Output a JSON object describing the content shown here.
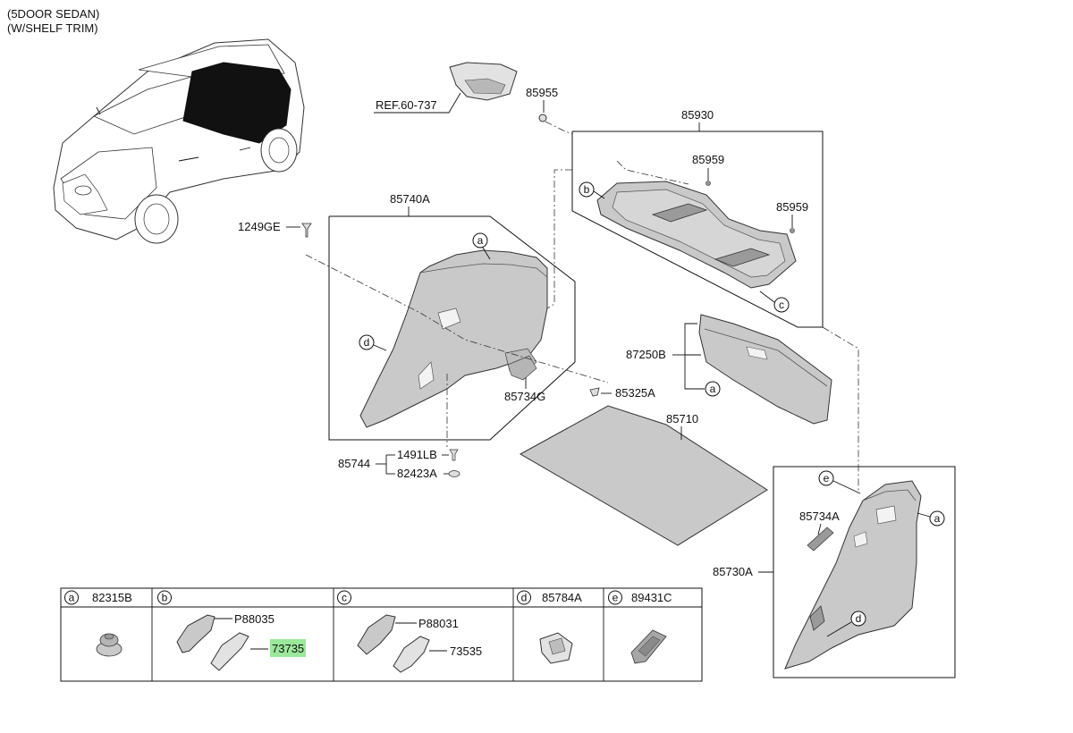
{
  "header": {
    "line1": "(5DOOR SEDAN)",
    "line2": "(W/SHELF TRIM)"
  },
  "parts": {
    "ref": "REF.60-737",
    "p85955": "85955",
    "p85930": "85930",
    "p85959a": "85959",
    "p85959b": "85959",
    "p85740A": "85740A",
    "p1249GE": "1249GE",
    "p85734G": "85734G",
    "p85325A": "85325A",
    "p87250B": "87250B",
    "p85710": "85710",
    "p85744": "85744",
    "p1491LB": "1491LB",
    "p82423A": "82423A",
    "p85734A": "85734A",
    "p85730A": "85730A"
  },
  "markers": {
    "a": "a",
    "b": "b",
    "c": "c",
    "d": "d",
    "e": "e"
  },
  "legend": {
    "cells": [
      {
        "key": "a",
        "code": "82315B"
      },
      {
        "key": "b",
        "code": "",
        "items": [
          "P88035",
          "73735"
        ]
      },
      {
        "key": "c",
        "code": "",
        "items": [
          "P88031",
          "73535"
        ]
      },
      {
        "key": "d",
        "code": "85784A"
      },
      {
        "key": "e",
        "code": "89431C"
      }
    ],
    "highlight_color": "#9be89b"
  }
}
